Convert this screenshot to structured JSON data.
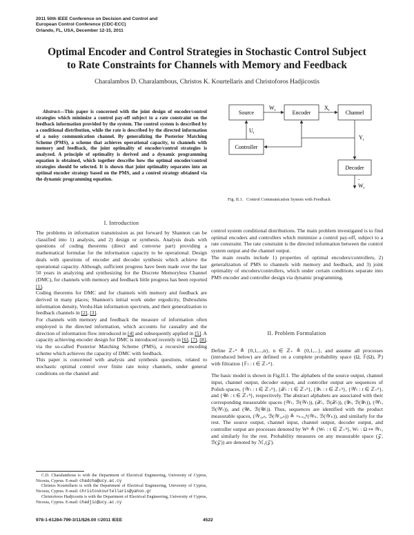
{
  "conference": {
    "line1": "2011 50th IEEE Conference on Decision and Control and",
    "line2": "European Control Conference (CDC-ECC)",
    "line3": "Orlando, FL, USA, December 12-15, 2011"
  },
  "title": {
    "line1": "Optimal Encoder and Control Strategies in Stochastic Control Subject",
    "line2": "to Rate Constraints for Channels with Memory and Feedback"
  },
  "authors": "Charalambos D. Charalambous, Christos K. Kourtellaris and Christoforos Hadjicostis",
  "abstract": {
    "lead": "Abstract",
    "dash": "—",
    "text": "This paper is concerned with the joint design of encoder/control strategies which minimize a control pay-off subject to a rate constraint on the feedback information provided by the system. The control system is described by a conditional distribution, while the rate is described by the directed information of a noisy communication channel. By generalizing the Posterior Matching Scheme (PMS), a scheme that achieves operational capacity, to channels with memory and feedback, the joint optimality of encoder/control strategies is analyzed. A principle of optimality is derived and a dynamic programming equation is obtained, which together describe how the optimal encoder/control strategies should be selected. It is shown that joint optimality separates into an optimal encoder strategy based on the PMS, and a control strategy obtained via the dynamic programming equation."
  },
  "section1": {
    "heading": "I. Introduction",
    "p1": "The problems in information transmission as put forward by Shannon can be classified into 1) analysis, and 2) design or synthesis. Analysis deals with questions of coding theorems (direct and converse part) providing a mathematical formulae for the information capacity to be operational. Design deals with questions of encoder and decoder synthesis which achieve the operational capacity. Although, sufficient progress have been made over the last 50 years in analyzing and synthesizing for the Discrete Memoryless Channel (DMC), for channels with memory and feedback little progress has been reported",
    "p1_ref": "[1]",
    "p1_end": ".",
    "p2_a": "Coding theorems for DMC and for channels with memory and feedback are derived in many places; Shannon's initial work under ergodicity, Dubrushins information density, Verdu-Han information spectrum, and their generalization to feedback channels in",
    "p2_ref1": "[2]",
    "p2_mid": ",",
    "p2_ref2": "[3]",
    "p2_end": ".",
    "p3_a": "For channels with memory and feedback the measure of information often employed is the directed information, which accounts for causality and the direction of information flow introduced in",
    "p3_ref1": "[4]",
    "p3_b": "and subsequently applied in",
    "p3_ref2": "[5]",
    "p3_c": ". A capacity achieving encoder design for DMC is introduced recently in",
    "p3_ref3": "[6]",
    "p3_d": ",",
    "p3_ref4": "[7]",
    "p3_e": ",",
    "p3_ref5": "[8]",
    "p3_f": ", via the so-called Posterior Matching Scheme (PMS), a recursive encoding scheme which achieves the capacity of DMC with feedback.",
    "p4": "This paper is concerned with analysis and synthesis questions, related to stochastic optimal control over finite rate noisy channels, under general conditions on the channel and"
  },
  "right_intro": {
    "p1": "control system conditional distributions. The main problem investigated is to find optimal encoders and controllers which minimize a control pay-off, subject to a rate constraint. The rate constraint is the directed information between the control system output and the channel output.",
    "p2": "The main results include 1) properties of optimal encoders/controllers, 2) generalization of PMS to channels with memory and feedback, and 3) joint optimality of encoders/controllers, which under certain conditions separate into PMS encoder and controller design via dynamic programming."
  },
  "section2": {
    "heading": "II. Problem Formulation",
    "p1": "Define ℤ₊ⁿ ≜ {0,1,...,n}, n ∈ ℤ₊ ≜ {0,1,...}, and assume all processes (introduced below) are defined on a complete probability space (Ω, 𝔽(Ω), ℙ) with filtration {𝔽ₜ : t ∈ ℤ₊ⁿ}.",
    "p2": "The basic model is shown in Fig.II.1. The alphabets of the source output, channel input, channel output, decoder output, and controller output are sequences of Polish spaces, {𝒲ₜ : t ∈ ℤ₊ⁿ}, {𝒳ₜ : t ∈ ℤ₊ⁿ}, {𝒴ₜ : t ∈ ℤ₊ⁿ}, {𝒲̃ₜ : t ∈ ℤ₊ⁿ}, and {𝒰ₜ : t ∈ ℤ₊ⁿ}, respectively. The abstract alphabets are associated with their corresponding measurable spaces (𝒲ₜ, ℬ(𝒲ₜ)), (𝒳ₜ, ℬ(𝒳ₜ)), (𝒴ₜ, ℬ(𝒴ₜ)), (𝒲̃ₜ, ℬ(𝒲̃ₜ)), and (𝒰ₜ, ℬ(𝒰ₜ)). Thus, sequences are identified with the product measurable spaces, (𝒲₀,ₙ, ℬ(𝒲₀,ₙ)) ≜ ×ₖ₌₀ⁿ(𝒲ₖ, ℬ(𝒲ₖ)), and similarly for the rest. The source output, channel input, channel output, decoder output, and controller output are processes denoted by Wⁿ ≜ {Wₜ : t ∈ ℤ₊ⁿ}, Wₜ : Ω ↦ 𝒲ₜ, and similarly for the rest. Probability measures on any measurable space (𝒵, ℬ(𝒵)) are denoted by ℳ₁(𝒵)."
  },
  "figure": {
    "source": "Source",
    "encoder": "Encoder",
    "channel": "Channel",
    "controller": "Controller",
    "decoder": "Decoder",
    "w_base": "W",
    "w_sub": "t",
    "x_base": "X",
    "x_sub": "t",
    "u_base": "U",
    "u_sub": "t",
    "y_base": "Y",
    "y_sub": "t",
    "wt_base": "W",
    "wt_sub": "t",
    "wt_hat": "˜",
    "caption_label": "Fig. II.1.",
    "caption_text": "Control Communication System with Feedback"
  },
  "footnotes": {
    "fn1_a": "C.D. Charalambous is with the Department of Electrical Engineering, University of Cyprus, Nicosia, Cyprus. E-mail:",
    "fn1_email": "chadcha@ucy.ac.cy",
    "fn2_a": "Christos Kourtellaris is with the Department of Electrical Engineering, University of Cyprus, Nicosia, Cyprus. E-mail:",
    "fn2_email": "christoskourtellaris@yahoo.gr",
    "fn3_a": "Christoforos Hadjicostis is with the Department of Electrical Engineering, University of Cyprus, Nicosia, Cyprus. E-mail:",
    "fn3_email": "chadjic@ucy.ac.cy"
  },
  "footer": {
    "isbn": "978-1-61284-799-3/11/$26.00 ©2011 IEEE",
    "page": "4522"
  }
}
